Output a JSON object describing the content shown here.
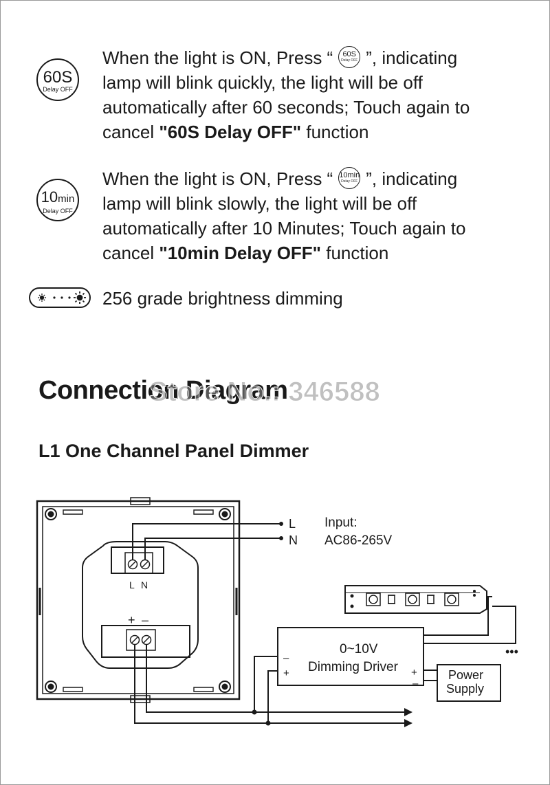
{
  "features": [
    {
      "badge_main": "60S",
      "badge_sub": "Delay OFF",
      "lines": [
        {
          "pre": "When the light is ON, Press “",
          "badge_main": "60S",
          "badge_sub": "Delay OFF",
          "post": "”, indicating"
        },
        {
          "text": "lamp will blink quickly, the light will be off"
        },
        {
          "text": "automatically after 60 seconds; Touch again to"
        },
        {
          "pre": "cancel ",
          "bold": "\"60S Delay OFF\"",
          "post": " function"
        }
      ]
    },
    {
      "badge_main": "10",
      "badge_main_small": "min",
      "badge_sub": "Delay OFF",
      "lines": [
        {
          "pre": "When the light is ON, Press “",
          "badge_main": "10min",
          "badge_sub": "Delay OFF",
          "post": "”, indicating"
        },
        {
          "text": "lamp will blink slowly, the light will be off"
        },
        {
          "text": "automatically after 10 Minutes; Touch again to"
        },
        {
          "pre": "cancel ",
          "bold": "\"10min Delay OFF\"",
          "post": " function"
        }
      ]
    }
  ],
  "dimming": {
    "text": "256 grade brightness dimming"
  },
  "section": {
    "title": "Connection Diagram",
    "watermark": "Store No.: 346588",
    "subtitle": "L1 One Channel Panel Dimmer"
  },
  "diagram": {
    "terminal_labels": {
      "l": "L",
      "n": "N",
      "plus": "+",
      "minus": "–"
    },
    "input_l": "L",
    "input_n": "N",
    "input_title": "Input:",
    "input_voltage": "AC86-265V",
    "driver_line1": "0~10V",
    "driver_line2": "Dimming Driver",
    "driver_in_minus": "–",
    "driver_in_plus": "+",
    "driver_out_plus": "+",
    "driver_out_minus": "–",
    "power_line1": "Power",
    "power_line2": "Supply",
    "ellipsis": "•••"
  },
  "colors": {
    "ink": "#1a1a1a",
    "border": "#999999",
    "watermark": "#8c8c8c"
  }
}
